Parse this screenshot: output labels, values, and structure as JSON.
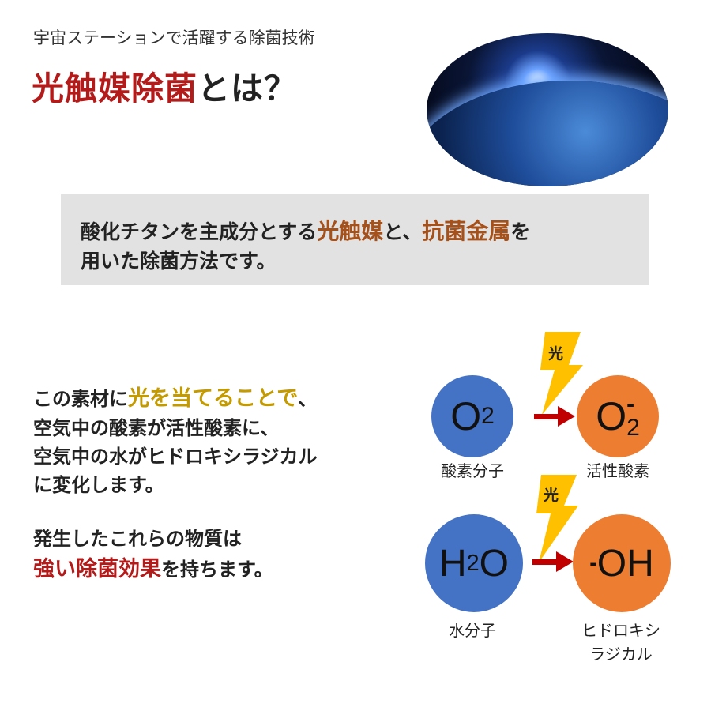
{
  "header": {
    "subtitle": "宇宙ステーションで活躍する除菌技術",
    "title_red": "光触媒除菌",
    "title_rest": "とは？"
  },
  "summary": {
    "line1_a": "酸化チタンを主成分とする",
    "line1_hl1": "光触媒",
    "line1_b": "と、",
    "line1_hl2": "抗菌金属",
    "line1_c": "を",
    "line2": "用いた除菌方法です。"
  },
  "body": {
    "l1_a": "この素材に",
    "l1_hl": "光を当てることで",
    "l1_b": "、",
    "l2": "空気中の酸素が活性酸素に、",
    "l3": "空気中の水がヒドロキシラジカル",
    "l4": "に変化します。",
    "l5": "発生したこれらの物質は",
    "l6_hl": "強い除菌効果",
    "l6_b": "を持ちます。"
  },
  "diagram": {
    "light_label": "光",
    "o2": {
      "main": "O",
      "sub": "2",
      "label": "酸素分子"
    },
    "o2_ion": {
      "main": "O",
      "sub": "2",
      "sup": "-",
      "label": "活性酸素"
    },
    "h2o": {
      "a": "H",
      "sub": "2",
      "b": "O",
      "label": "水分子"
    },
    "oh": {
      "sup": "-",
      "main": "OH",
      "label1": "ヒドロキシ",
      "label2": "ラジカル"
    },
    "colors": {
      "blue": "#4472c4",
      "orange": "#ed7d31",
      "bolt": "#ffc000",
      "arrow": "#c00000"
    }
  }
}
